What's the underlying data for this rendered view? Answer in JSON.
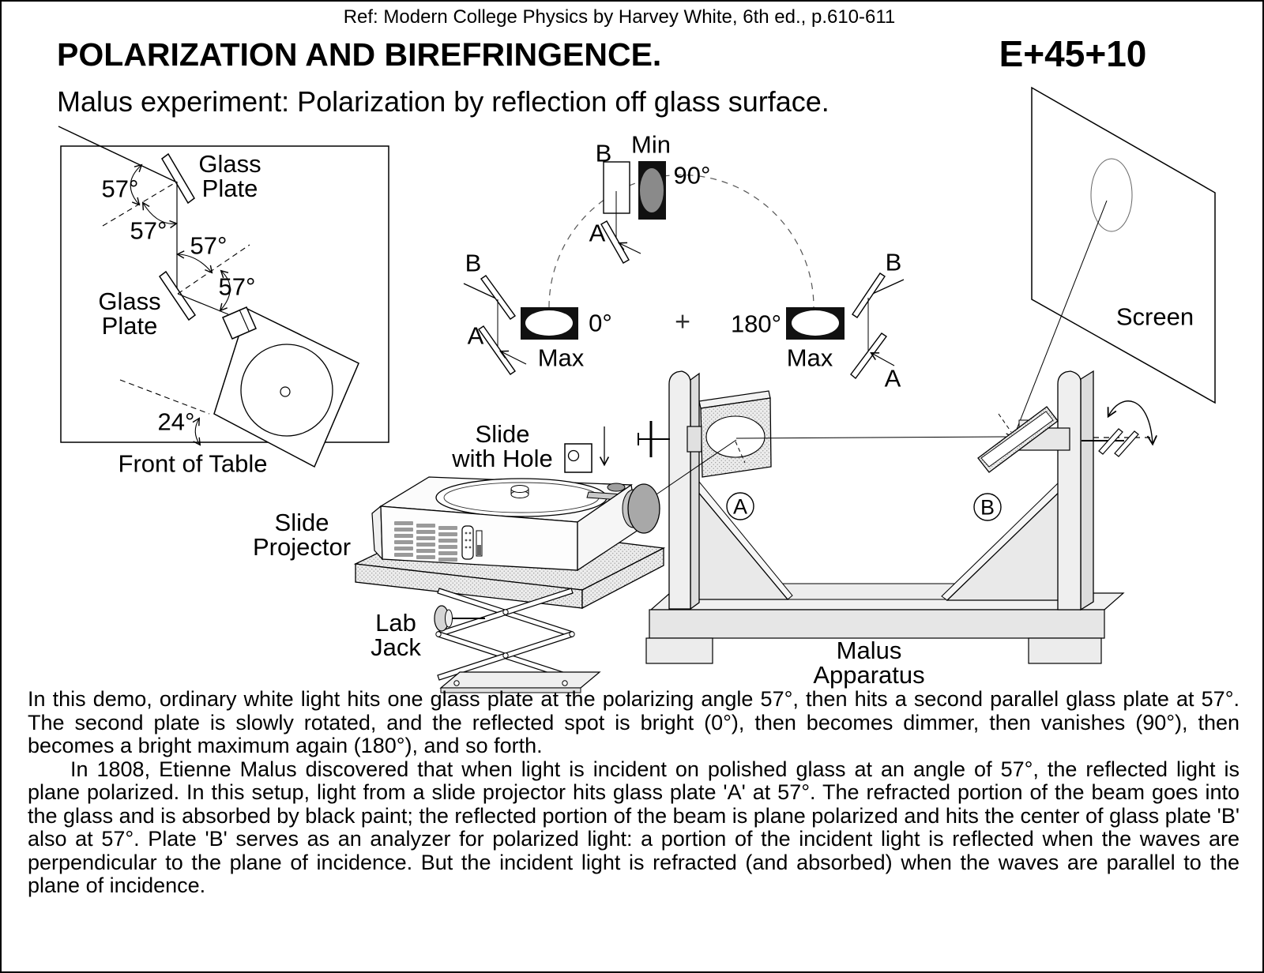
{
  "header": {
    "ref": "Ref: Modern College Physics by Harvey White, 6th ed., p.610-611",
    "title": "POLARIZATION AND BIREFRINGENCE.",
    "code": "E+45+10",
    "subtitle": "Malus experiment: Polarization by reflection off glass surface."
  },
  "table_diagram": {
    "angle_1": "57°",
    "angle_2": "57°",
    "angle_3": "57°",
    "angle_4": "57°",
    "angle_table": "24°",
    "glass_plate_upper": {
      "line1": "Glass",
      "line2": "Plate"
    },
    "glass_plate_lower": {
      "line1": "Glass",
      "line2": "Plate"
    },
    "caption": "Front of Table"
  },
  "rotation_diagram": {
    "b_left": "B",
    "a_left": "A",
    "deg_0": "0°",
    "max_left": "Max",
    "b_top": "B",
    "min": "Min",
    "deg_90": "90°",
    "a_top": "A",
    "plus": "+",
    "deg_180": "180°",
    "max_right": "Max",
    "b_right": "B",
    "a_right": "A"
  },
  "setup_diagram": {
    "screen": "Screen",
    "slide_with_hole": {
      "line1": "Slide",
      "line2": "with Hole"
    },
    "slide_projector": {
      "line1": "Slide",
      "line2": "Projector"
    },
    "lab_jack": {
      "line1": "Lab",
      "line2": "Jack"
    },
    "malus_apparatus": {
      "line1": "Malus",
      "line2": "Apparatus"
    },
    "plate_a": "A",
    "plate_b": "B"
  },
  "body": {
    "p1": "In this demo, ordinary white light hits one glass plate at the polarizing angle 57°, then hits a second parallel glass plate at 57°.  The second plate is slowly rotated, and the reflected spot is bright (0°), then becomes dimmer, then vanishes (90°), then becomes a bright maximum again (180°), and so forth.",
    "p2": "In 1808, Etienne Malus discovered that when light is incident on polished glass at an angle of 57°, the reflected light is plane polarized.  In this setup, light from a slide projector hits glass plate 'A' at 57°.  The refracted portion of the beam goes into the glass and is absorbed by black paint; the reflected portion of the beam is plane polarized and hits the center of glass plate 'B' also at 57°. Plate 'B' serves as an analyzer for polarized light: a portion of the incident light is reflected when the waves are perpendicular to the plane of incidence. But the incident light is refracted (and absorbed) when the waves are parallel to the plane of incidence."
  },
  "colors": {
    "ink": "#000000",
    "dim_spot_gray": "#8a8a8a",
    "filter_black": "#111111",
    "metal_gray": "#ececec"
  }
}
